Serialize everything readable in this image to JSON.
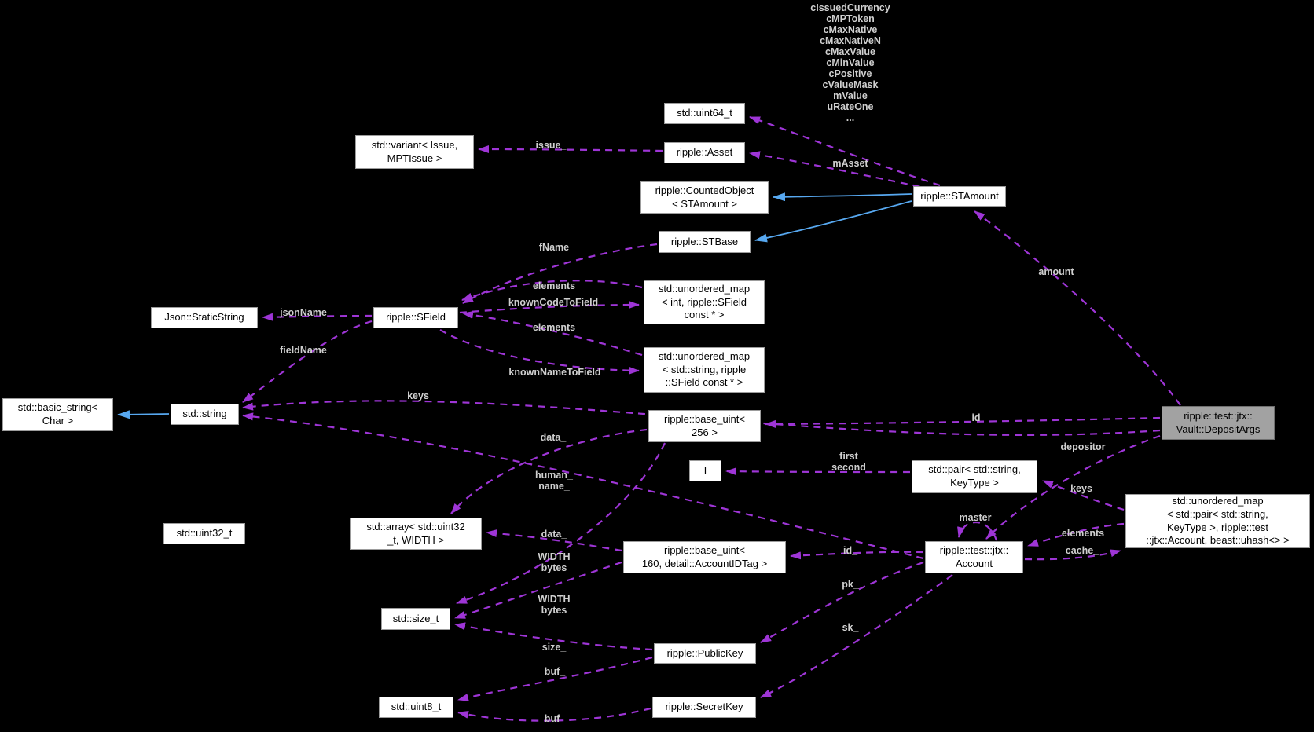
{
  "diagram": {
    "nodes": {
      "uint64": "std::uint64_t",
      "variant": "std::variant< Issue,\nMPTIssue >",
      "asset": "ripple::Asset",
      "counted": "ripple::CountedObject\n< STAmount >",
      "stamount": "ripple::STAmount",
      "stbase": "ripple::STBase",
      "staticstring": "Json::StaticString",
      "sfield": "ripple::SField",
      "map_int": "std::unordered_map\n< int, ripple::SField\nconst * >",
      "map_str": "std::unordered_map\n< std::string, ripple\n::SField const * >",
      "basic_string": "std::basic_string<\nChar >",
      "string": "std::string",
      "base256": "ripple::base_uint<\n256 >",
      "t": "T",
      "pair": "std::pair< std::string,\nKeyType >",
      "depositargs": "ripple::test::jtx::\nVault::DepositArgs",
      "uint32": "std::uint32_t",
      "array": "std::array< std::uint32\n_t, WIDTH >",
      "base160": "ripple::base_uint<\n160, detail::AccountIDTag >",
      "account": "ripple::test::jtx::\nAccount",
      "bigmap": "std::unordered_map\n< std::pair< std::string,\nKeyType >, ripple::test\n::jtx::Account, beast::uhash<> >",
      "sizet": "std::size_t",
      "publickey": "ripple::PublicKey",
      "uint8": "std::uint8_t",
      "secretkey": "ripple::SecretKey"
    },
    "edge_labels": {
      "member_stack": "cIssuedCurrency\ncMPToken\ncMaxNative\ncMaxNativeN\ncMaxValue\ncMinValue\ncPositive\ncValueMask\nmValue\nuRateOne\n...",
      "masset": "mAsset",
      "issue": "issue_",
      "amount": "amount",
      "fname": "fName",
      "elements_code": "elements",
      "known_code": "knownCodeToField",
      "elements_name": "elements",
      "known_name": "knownNameToField",
      "jsonname": "jsonName",
      "fieldname": "fieldName",
      "keys_string": "keys",
      "data1": "data_",
      "human_name": "human_\nname_",
      "data2": "data_",
      "width_bytes1": "WIDTH\nbytes",
      "width_bytes2": "WIDTH\nbytes",
      "size": "size_",
      "buf1": "buf_",
      "buf2": "buf_",
      "first_second": "first\nsecond",
      "id": "id",
      "master": "master",
      "id_field": "id_",
      "pk": "pk_",
      "sk": "sk_",
      "depositor": "depositor",
      "keys_pair": "keys",
      "elements_map": "elements",
      "cache": "cache_"
    },
    "colors": {
      "background": "#000000",
      "edge_dashed": "#9e35d6",
      "edge_solid": "#57a8f0",
      "node_bg": "#ffffff",
      "node_border": "#9c9c9c",
      "highlight_bg": "#a2a2a2",
      "label_text": "#cfcfcf"
    }
  }
}
